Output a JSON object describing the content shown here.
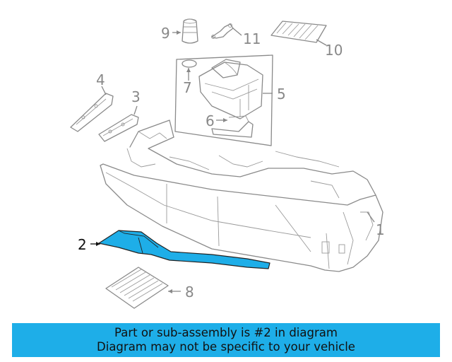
{
  "diagram": {
    "callouts": [
      {
        "label": "1"
      },
      {
        "label": "2"
      },
      {
        "label": "3"
      },
      {
        "label": "4"
      },
      {
        "label": "5"
      },
      {
        "label": "6"
      },
      {
        "label": "7"
      },
      {
        "label": "8"
      },
      {
        "label": "9"
      },
      {
        "label": "10"
      },
      {
        "label": "11"
      }
    ],
    "highlight_part": "2",
    "colors": {
      "highlight": "#1eaee8",
      "linework": "#8a8a8a",
      "banner": "#1eaee8"
    }
  },
  "banner": {
    "line1": "Part or sub-assembly is #2 in diagram",
    "line2": "Diagram may not be specific to your vehicle"
  }
}
